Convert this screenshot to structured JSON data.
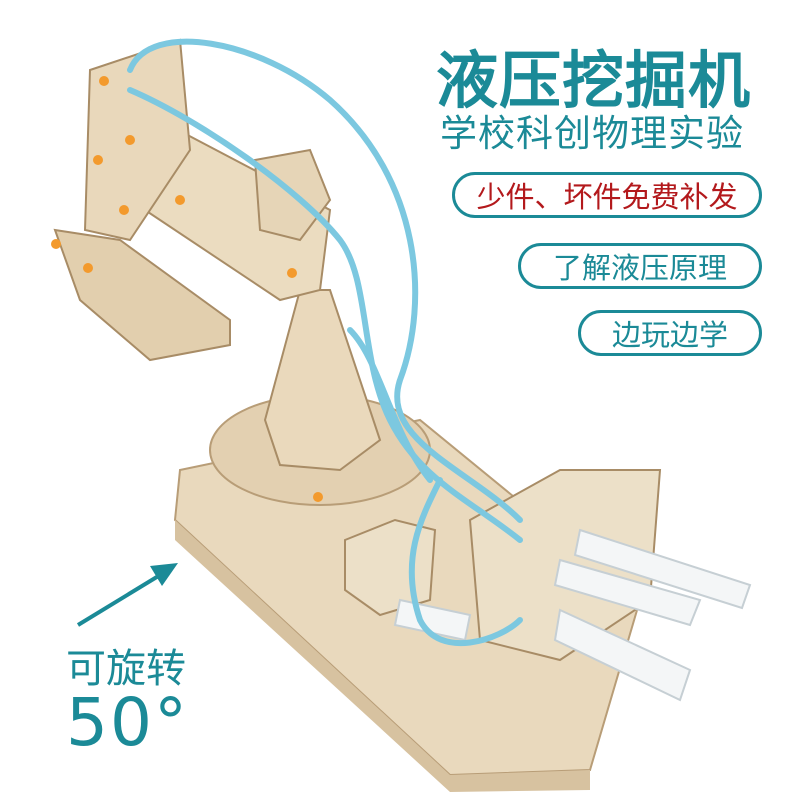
{
  "headline": {
    "title": "液压挖掘机",
    "subtitle": "学校科创物理实验"
  },
  "badges": [
    {
      "label": "少件、坏件免费补发"
    },
    {
      "label": "了解液压原理"
    },
    {
      "label": "边玩边学"
    }
  ],
  "rotation": {
    "label": "可旋转",
    "value": "50°"
  },
  "colors": {
    "accent": "#1b8a97",
    "warning_text": "#b3191c",
    "wood": "#e8d8bd",
    "tube": "#7cc8e0"
  }
}
